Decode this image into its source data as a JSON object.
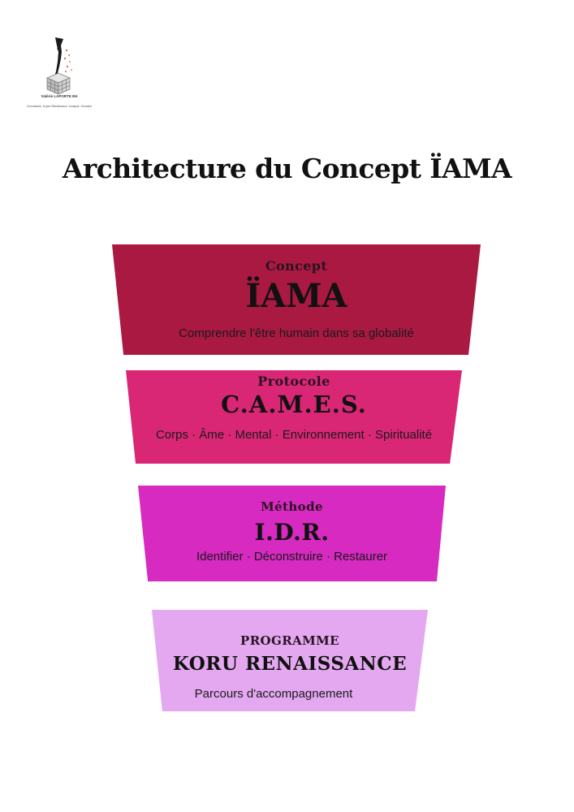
{
  "logo": {
    "name": "Valérie LAPORTE EH",
    "tagline": "Consultante, Expert Bienfaisance, Analyste, Humaine"
  },
  "title": "Architecture du Concept ÏAMA",
  "tiers": [
    {
      "kicker": "Concept",
      "name": "ÏAMA",
      "desc": "Comprendre l'être humain dans sa globalité",
      "color": "#a91942"
    },
    {
      "kicker": "Protocole",
      "name": "C.A.M.E.S.",
      "desc": "Corps · Âme · Mental · Environnement · Spiritualité",
      "color": "#d92776"
    },
    {
      "kicker": "Méthode",
      "name": "I.D.R.",
      "desc": "Identifier · Déconstruire · Restaurer",
      "color": "#d62ac1"
    },
    {
      "kicker": "PROGRAMME",
      "name": "KORU RENAISSANCE",
      "desc": "Parcours d'accompagnement",
      "color": "#e3a8f0"
    }
  ]
}
